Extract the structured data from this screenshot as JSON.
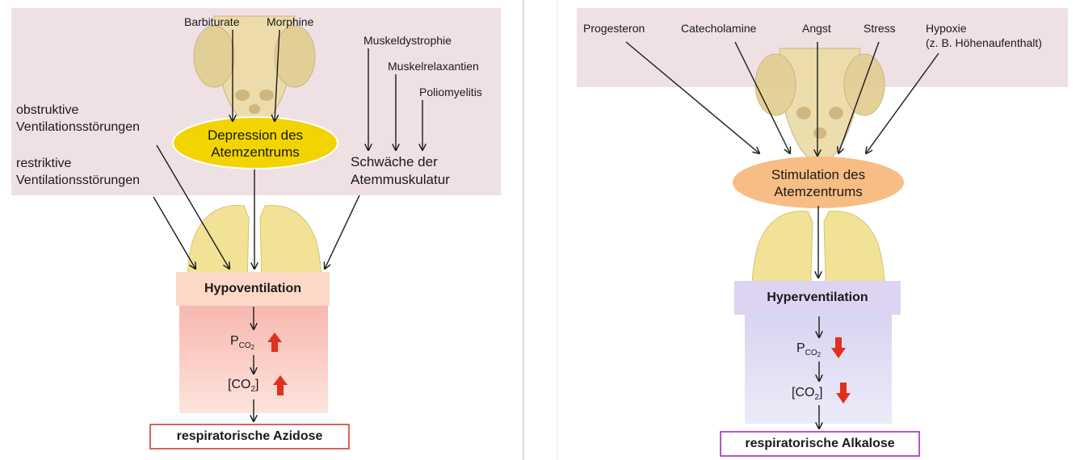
{
  "left_panel": {
    "triggers": {
      "barbiturate": "Barbiturate",
      "morphine": "Morphine",
      "muskeldystrophie": "Muskeldystrophie",
      "muskelrelaxantien": "Muskelrelaxantien",
      "poliomyelitis": "Poliomyelitis",
      "obstructive_line1": "obstruktive",
      "obstructive_line2": "Ventilationsstörungen",
      "restrictive_line1": "restriktive",
      "restrictive_line2": "Ventilationsstörungen"
    },
    "center_oval": {
      "line1": "Depression des",
      "line2": "Atemzentrums",
      "color": "#f2d400"
    },
    "weakness": {
      "line1": "Schwäche der",
      "line2": "Atemmuskulatur"
    },
    "state_box": {
      "label": "Hypoventilation"
    },
    "pco2": {
      "p": "P",
      "sub": "CO",
      "subsub": "2"
    },
    "co2": {
      "open": "[CO",
      "sub": "2",
      "close": "]"
    },
    "result": {
      "label": "respiratorische Azidose",
      "border_color": "#d83a2a"
    },
    "arrow_direction": "up"
  },
  "right_panel": {
    "triggers": {
      "progesteron": "Progesteron",
      "catecholamine": "Catecholamine",
      "angst": "Angst",
      "stress": "Stress",
      "hypoxie_line1": "Hypoxie",
      "hypoxie_line2": "(z. B. Höhenaufenthalt)"
    },
    "center_oval": {
      "line1": "Stimulation des",
      "line2": "Atemzentrums",
      "color": "#f8bd84"
    },
    "state_box": {
      "label": "Hyperventilation"
    },
    "pco2": {
      "p": "P",
      "sub": "CO",
      "subsub": "2"
    },
    "co2": {
      "open": "[CO",
      "sub": "2",
      "close": "]"
    },
    "result": {
      "label": "respiratorische Alkalose",
      "border_color": "#9b30b6"
    },
    "arrow_direction": "down"
  },
  "colors": {
    "pink_panel": "#efe0e4",
    "hypo_box": "#fcd9c6",
    "hypo_gradient_top": "#f7b7b0",
    "hyper_box": "#dcd4f1",
    "hyper_gradient_top": "#d9d6ef",
    "red_arrow": "#e0301e",
    "bone": "#ecdca8",
    "lung": "#f2e296"
  }
}
